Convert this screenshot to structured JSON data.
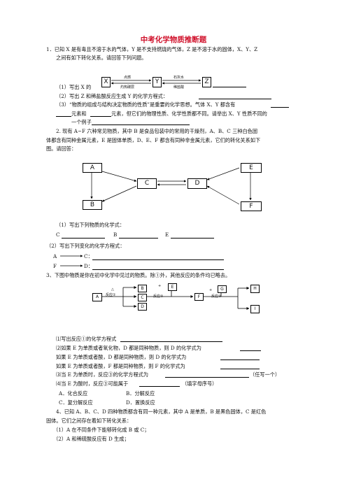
{
  "title": "中考化学物质推断题",
  "q1": {
    "stem1": "1．已知 X 是有毒且不溶于水的气体，Y 是不支持燃烧的气体，Z 是不溶于水的固体，X、Y、Z",
    "stem2": "之间有如下转化关系。请回答下列问题。",
    "box_x": "X",
    "box_y": "Y",
    "box_z": "Z",
    "arrow1_top": "点燃",
    "arrow1_bottom": "灼热碳层",
    "arrow2_top": "石灰水",
    "arrow2_bottom": "稀盐酸",
    "p1": "（1）写出 X 的",
    "p2": "（2）写出 Z 和稀盐酸反应生成 Y 的化学方程式：",
    "p3a": "（3）“物质的组成与结构决定物质的性质”是重要的化学思想。气体 X、Y 都含有",
    "p3b_1": "元素和",
    "p3b_2": "元素，但它们的物理性质、化学性质都不同。请举出 X、Y 性质不同的",
    "p3c": "一个例子"
  },
  "q2": {
    "stem1": "2. 现有 A~F 六种常见物质，其中 B 是食品包装中的常用的干燥剂，A、B、C 三种白色固",
    "stem2": "体都含有同种金属元素，E 是固体单质，D、E、F 都含有同种非金属元素，它们的转化关系如下",
    "stem3": "图。请回答：",
    "nodes": [
      "A",
      "B",
      "C",
      "D",
      "E",
      "F"
    ],
    "p1": "（1）写出下列物质的化学式：",
    "c_label": "C",
    "b_label": "B",
    "e_label": "E",
    "p2": "（2）写出下列变化的化学方程式：",
    "eq_a_from": "A",
    "eq_a_to": "C：",
    "eq_f_from": "F",
    "eq_f_to": "D："
  },
  "q3": {
    "stem": "3、下图中物质是你在初中化学中见过的物质。除①外，其他反应的条件均已略去。",
    "d_a": "A",
    "d_delta": "△",
    "d_r1": "反应①",
    "d_b": "B",
    "d_c": "C",
    "d_d": "D",
    "d_plus": "+",
    "d_e": "E",
    "d_r2": "反应②",
    "d_f": "F",
    "d_g": "G",
    "d_plus2": "+",
    "d_r3": "反应③",
    "d_h": "H",
    "d_i": "I",
    "p1": "⑴写出反应①的化学方程式",
    "p2": "⑵如果 E 为单质或者氧化物，D 都是同种物质，则 D 的化学式为",
    "p3": "如果 E 为单质或者酸，D 都是同种物质，则 D 的化学式为",
    "p4": "如果 E 为单质或者酸，F 都是同种物质，则 F 的化学式为",
    "p5": "⑶当 E 为单质时，反应③的化学方程式为",
    "p5_tail": "（任写一个）",
    "p6": "⑷当 E 为酸时，反应③可能属于",
    "p6_tail": "（填字母序号）",
    "opt_a": "A．化合反应",
    "opt_b": "B．分解反应",
    "opt_c": "C．复分解反应",
    "opt_d": "D．置换反应"
  },
  "q4": {
    "stem1": "4、已知 A、B、C、D 四种物质都含有同一种元素，其中 A 是单质，B 是黑色固体，C 是红色",
    "stem2": "固体。它们之间存在着如下转化关系：",
    "p1": "（1）A 在不同条件下能够转化成 B 或 C；",
    "p2": "（2）A 和稀硫酸反应有 D 生成；"
  }
}
